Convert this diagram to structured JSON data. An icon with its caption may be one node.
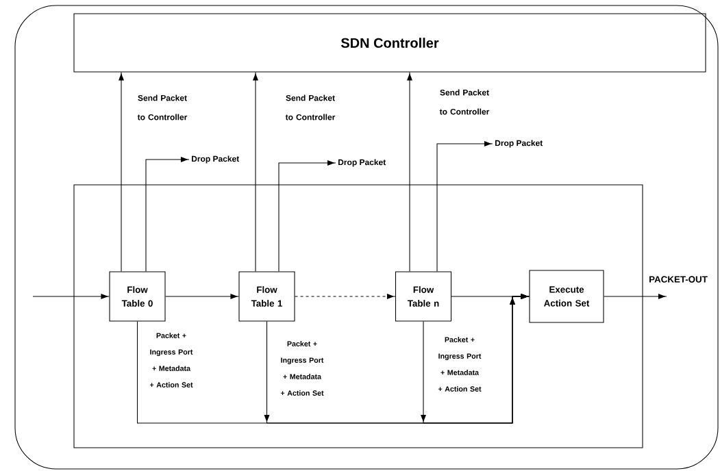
{
  "diagram": {
    "nodes": [
      {
        "text": [
          "SDN Controller"
        ]
      },
      {
        "text": [],
        "shape": "box"
      },
      {
        "text": [
          "Flow Table 0"
        ],
        "in": 1
      },
      {
        "text": [
          "Flow Table 1"
        ],
        "in": 1
      },
      {
        "text": [
          "Flow Table n"
        ],
        "in": 1
      },
      {
        "text": [
          "Execute Action Set"
        ],
        "in": 1
      },
      {
        "text": [
          "Drop Packet"
        ]
      },
      {
        "text": [
          "Drop Packet"
        ]
      },
      {
        "text": [
          "Drop Packet"
        ]
      }
    ],
    "edges": [
      {
        "from": null,
        "to": 2,
        "arrow": "to"
      },
      {
        "from": 2,
        "to": 3,
        "arrow": "to"
      },
      {
        "from": 3,
        "to": 4,
        "arrow": "to",
        "style": "dashed"
      },
      {
        "from": 4,
        "to": 5,
        "arrow": "to"
      },
      {
        "from": 5,
        "to": null,
        "arrow": "to",
        "label": "PACKET-OUT"
      },
      {
        "from": 2,
        "to": 0,
        "arrow": "to",
        "label": "Send Packet to Controller"
      },
      {
        "from": 3,
        "to": 0,
        "arrow": "to",
        "label": "Send Packet to Controller"
      },
      {
        "from": 4,
        "to": 0,
        "arrow": "to",
        "label": "Send Packet to Controller"
      },
      {
        "from": 2,
        "to": 6,
        "arrow": "to"
      },
      {
        "from": 3,
        "to": 7,
        "arrow": "to"
      },
      {
        "from": 4,
        "to": 8,
        "arrow": "to"
      },
      {
        "from": 2,
        "to": 5,
        "arrow": "to",
        "label": "Packet + Ingress Port + Metadata + Action Set"
      },
      {
        "from": 3,
        "to": 5,
        "arrow": "to",
        "label": "Packet + Ingress Port + Metadata + Action Set"
      },
      {
        "from": 4,
        "to": 5,
        "arrow": "to",
        "label": "Packet + Ingress Port + Metadata + Action Set"
      }
    ]
  }
}
